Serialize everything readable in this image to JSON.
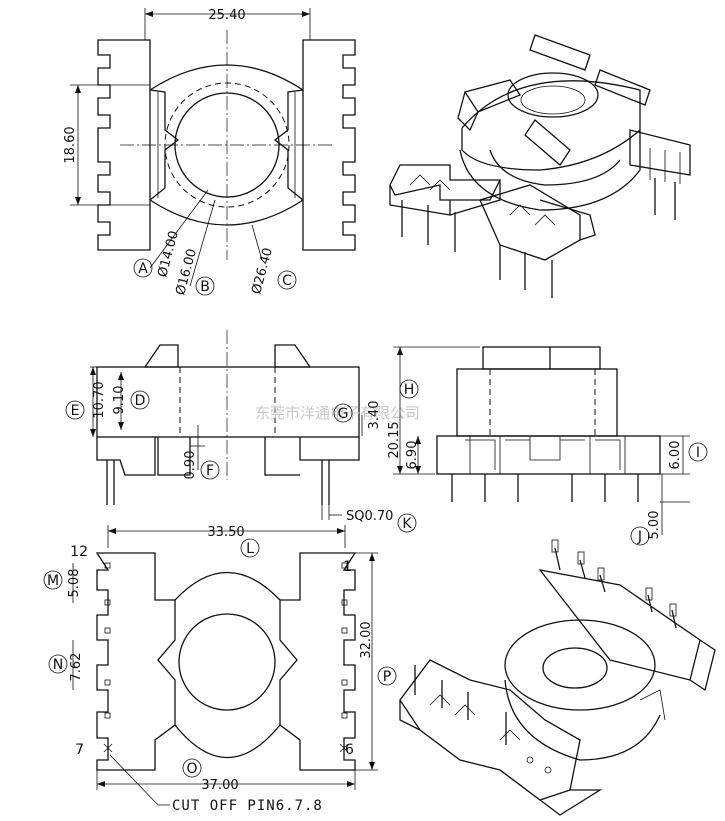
{
  "dimensions": {
    "top_width": "25.40",
    "top_height": "18.60",
    "dia_a": "Ø14.00",
    "dia_b": "Ø16.00",
    "dia_c": "Ø26.40",
    "side_e": "10.70",
    "side_d": "9.10",
    "side_f": "0.90",
    "pin_k": "SQ0.70",
    "front_h": "20.15",
    "front_g": "3.40",
    "front_low": "6.90",
    "front_i": "6.00",
    "front_j": "5.00",
    "bottom_l": "33.50",
    "bottom_m": "5.08",
    "bottom_n": "7.62",
    "bottom_p": "32.00",
    "bottom_o": "37.00"
  },
  "callouts": [
    "A",
    "B",
    "C",
    "D",
    "E",
    "F",
    "G",
    "H",
    "I",
    "J",
    "K",
    "L",
    "M",
    "N",
    "O",
    "P"
  ],
  "pins": {
    "p12": "12",
    "p1": "1",
    "p7": "7",
    "p6": "6"
  },
  "note": "CUT OFF PIN6.7.8",
  "watermark": "东莞市洋通电子有限公司"
}
